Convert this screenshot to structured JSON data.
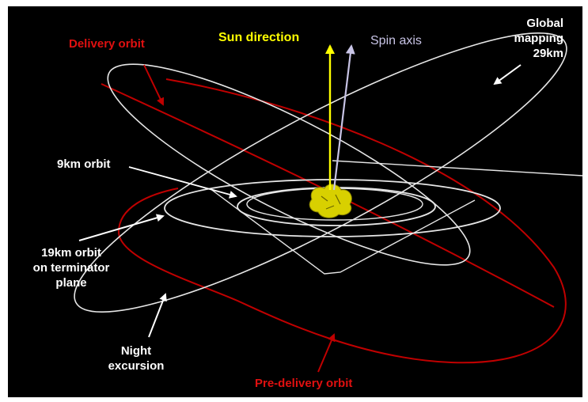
{
  "labels": {
    "sun_direction": "Sun direction",
    "spin_axis": "Spin axis",
    "delivery_orbit": "Delivery orbit",
    "global_mapping_line1": "Global",
    "global_mapping_line2": "mapping",
    "global_mapping_line3": "29km",
    "orbit_9km": "9km orbit",
    "orbit_19km_line1": "19km orbit",
    "orbit_19km_line2": "on terminator",
    "orbit_19km_line3": "plane",
    "night_excursion_line1": "Night",
    "night_excursion_line2": "excursion",
    "pre_delivery_orbit": "Pre-delivery orbit"
  },
  "colors": {
    "background": "#000000",
    "orbit_white": "#e6e6e6",
    "orbit_red": "#c00000",
    "sun_arrow": "#ffff00",
    "spin_arrow": "#c8c4e6",
    "comet": "#d8d000",
    "label_red": "#e01010",
    "label_yellow": "#ffff00",
    "label_spin": "#c8c4e6",
    "label_white": "#ffffff"
  },
  "objects": {
    "comet_icon": "comet-nucleus-shape"
  }
}
